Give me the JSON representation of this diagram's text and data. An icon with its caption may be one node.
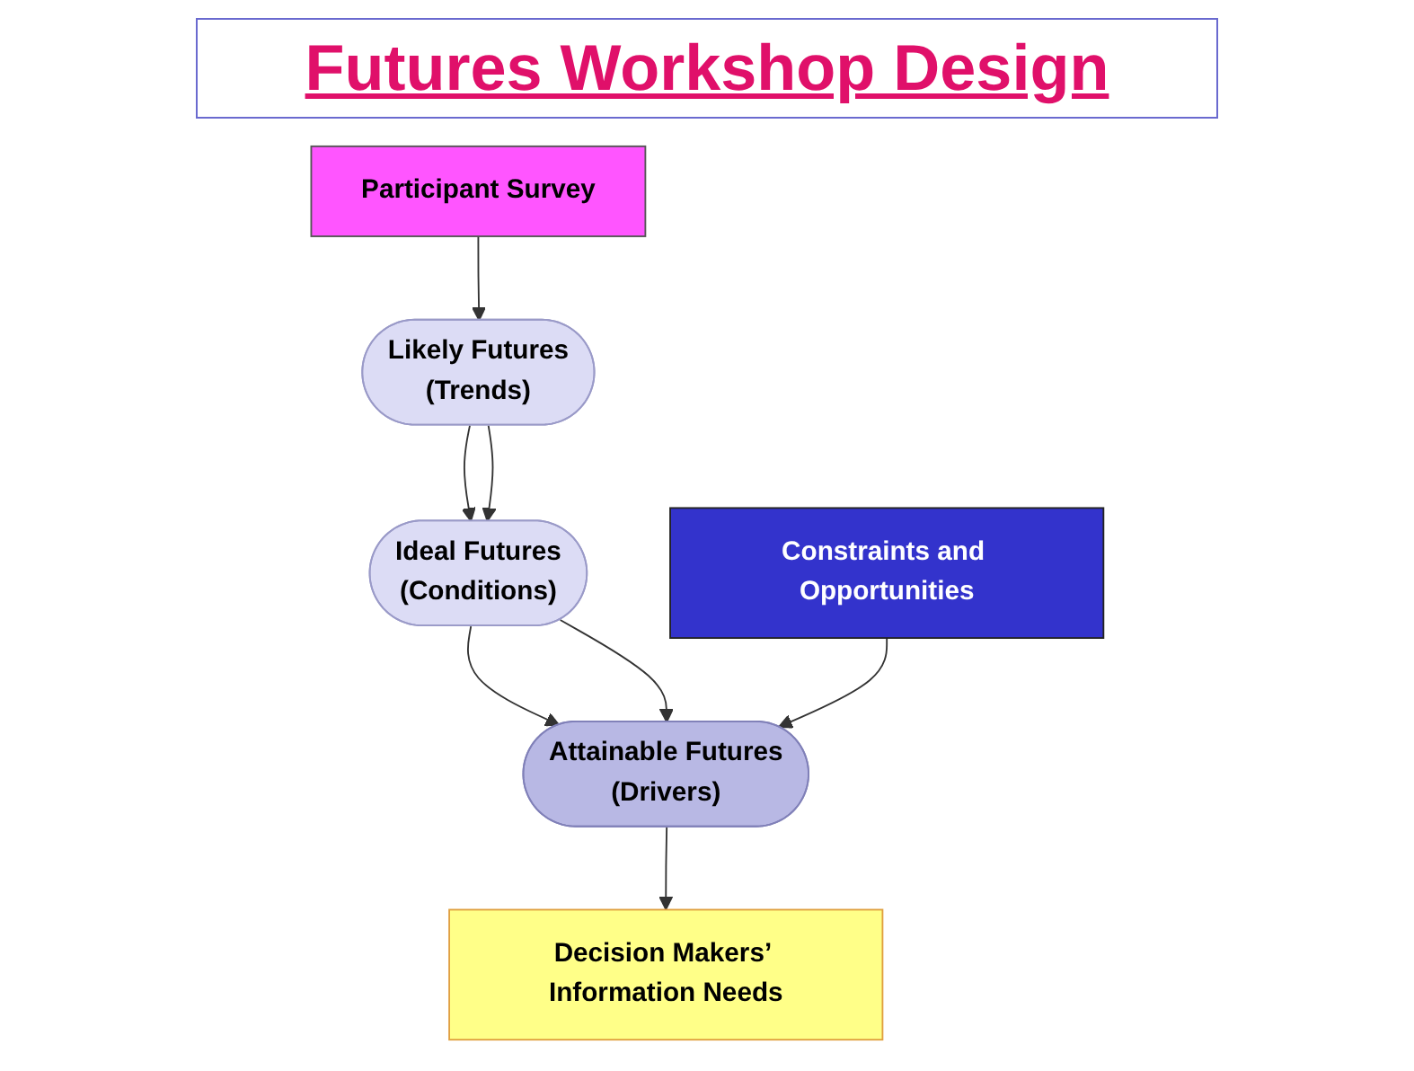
{
  "diagram": {
    "title": "Futures Workshop Design",
    "nodes": [
      {
        "text": [
          "Participant Survey"
        ]
      },
      {
        "text": [
          "Likely Futures",
          "(Trends)"
        ]
      },
      {
        "text": [
          "Ideal Futures",
          "(Conditions)"
        ]
      },
      {
        "text": [
          "Constraints and Opportunities"
        ]
      },
      {
        "text": [
          "Attainable Futures",
          "(Drivers)"
        ]
      },
      {
        "text": [
          "Decision Makers’ Information Needs"
        ]
      }
    ],
    "edges": [
      {
        "from": 0,
        "to": 1,
        "arrow": "to"
      },
      {
        "from": 1,
        "to": 2,
        "arrow": "to"
      },
      {
        "from": 1,
        "to": 2,
        "arrow": "to"
      },
      {
        "from": 2,
        "to": 4,
        "arrow": "to"
      },
      {
        "from": 2,
        "to": 4,
        "arrow": "to"
      },
      {
        "from": 3,
        "to": 4,
        "arrow": "to"
      },
      {
        "from": 4,
        "to": 5,
        "arrow": "to"
      }
    ]
  }
}
